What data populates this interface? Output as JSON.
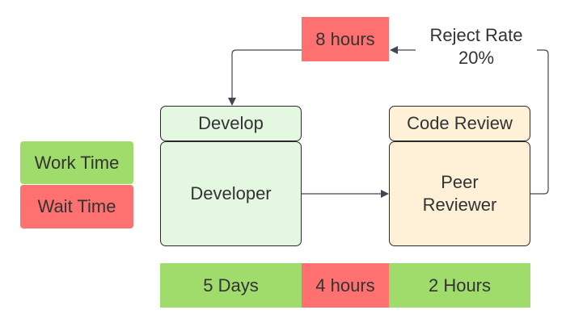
{
  "legend": {
    "work_time": "Work Time",
    "wait_time": "Wait Time"
  },
  "develop": {
    "header": "Develop",
    "role": "Developer"
  },
  "review": {
    "header": "Code Review",
    "role": "Peer\nReviewer"
  },
  "rework": {
    "wait": "8 hours",
    "reject_rate": "Reject Rate\n20%"
  },
  "timeline": {
    "develop_time": "5 Days",
    "wait_time": "4 hours",
    "review_time": "2 Hours"
  },
  "colors": {
    "work": "#9fdc6c",
    "wait": "#ff7070",
    "develop_fill": "#e3f7e1",
    "review_fill": "#fff1d8",
    "line": "#3f4654"
  }
}
